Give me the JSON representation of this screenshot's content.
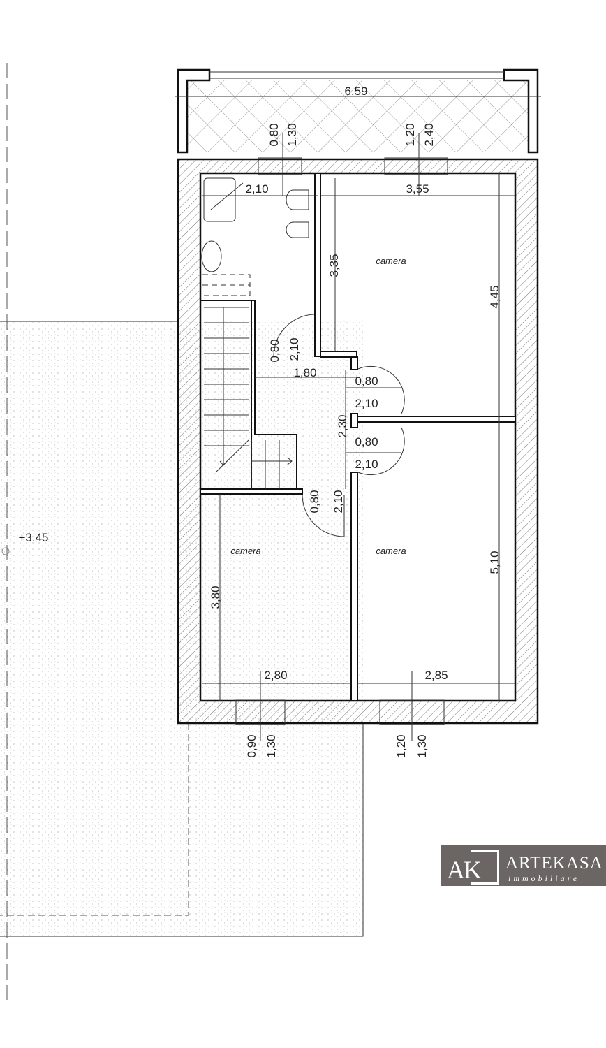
{
  "plan": {
    "level": "+3.45",
    "rooms": [
      {
        "label": "camera"
      },
      {
        "label": "camera"
      },
      {
        "label": "camera"
      }
    ],
    "dimensions": {
      "balcony_width": "6,59",
      "win_top_left_w": "0,80",
      "win_top_left_h": "1,30",
      "win_top_right_w": "1,20",
      "win_top_right_h": "2,40",
      "bath_width": "2,10",
      "room1_width": "3,55",
      "room1_depth_a": "3,35",
      "room1_depth_b": "4,45",
      "door_bath_w": "0,80",
      "door_bath_h": "2,10",
      "hall_width": "1,80",
      "door_r1_w": "0,80",
      "door_r1_h": "2,10",
      "hall_depth": "2,30",
      "door_r3_w": "0,80",
      "door_r3_h": "2,10",
      "door_r2_w": "0,80",
      "door_r2_h": "2,10",
      "room2_depth": "3,80",
      "room3_depth": "5,10",
      "room2_width": "2,80",
      "room3_width": "2,85",
      "win_bot_left_w": "0,90",
      "win_bot_left_h": "1,30",
      "win_bot_right_w": "1,20",
      "win_bot_right_h": "1,30"
    }
  },
  "logo": {
    "initials": "AK",
    "name": "ARTEKASA",
    "subtitle": "immobiliare"
  }
}
